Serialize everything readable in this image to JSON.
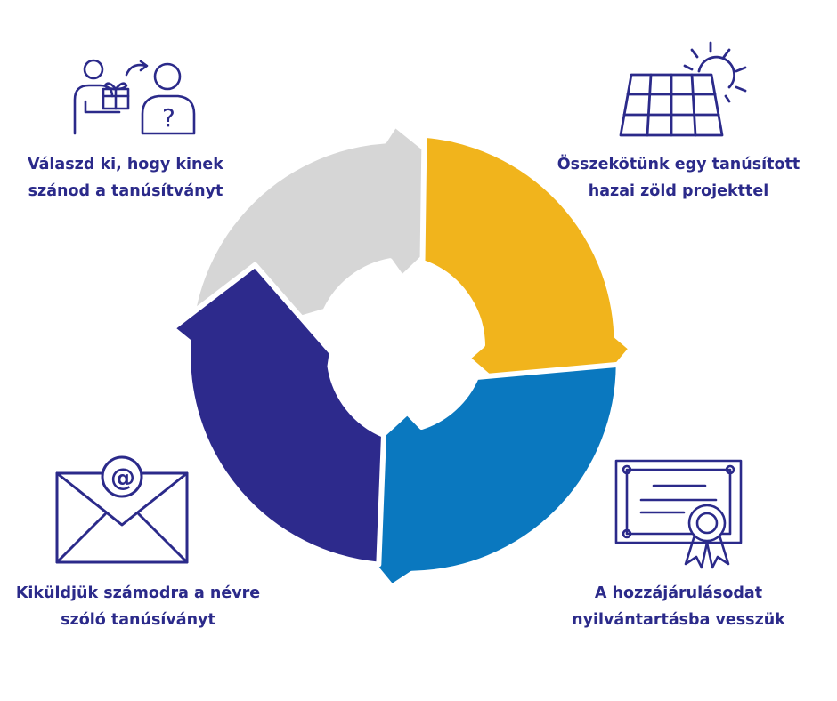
{
  "steps": [
    {
      "lines": [
        "Válaszd ki, hogy kinek",
        "szánod a tanúsítványt"
      ],
      "color": "#d6d6d6",
      "icon": "gift-handover-icon"
    },
    {
      "lines": [
        "Összekötünk egy tanúsított",
        "hazai zöld projekttel"
      ],
      "color": "#f1b41c",
      "icon": "solar-panel-icon"
    },
    {
      "lines": [
        "A hozzájárulásodat",
        "nyilvántartásba vesszük"
      ],
      "color": "#0a78bf",
      "icon": "certificate-icon"
    },
    {
      "lines": [
        "Kiküldjük számodra a névre",
        "szóló tanúsíványt"
      ],
      "color": "#2d2a8c",
      "icon": "email-icon"
    }
  ],
  "colors": {
    "icon_stroke": "#2b2a8a",
    "text": "#2b2a8a"
  },
  "icon_glyphs": {
    "question_mark": "?",
    "at_sign": "@"
  }
}
